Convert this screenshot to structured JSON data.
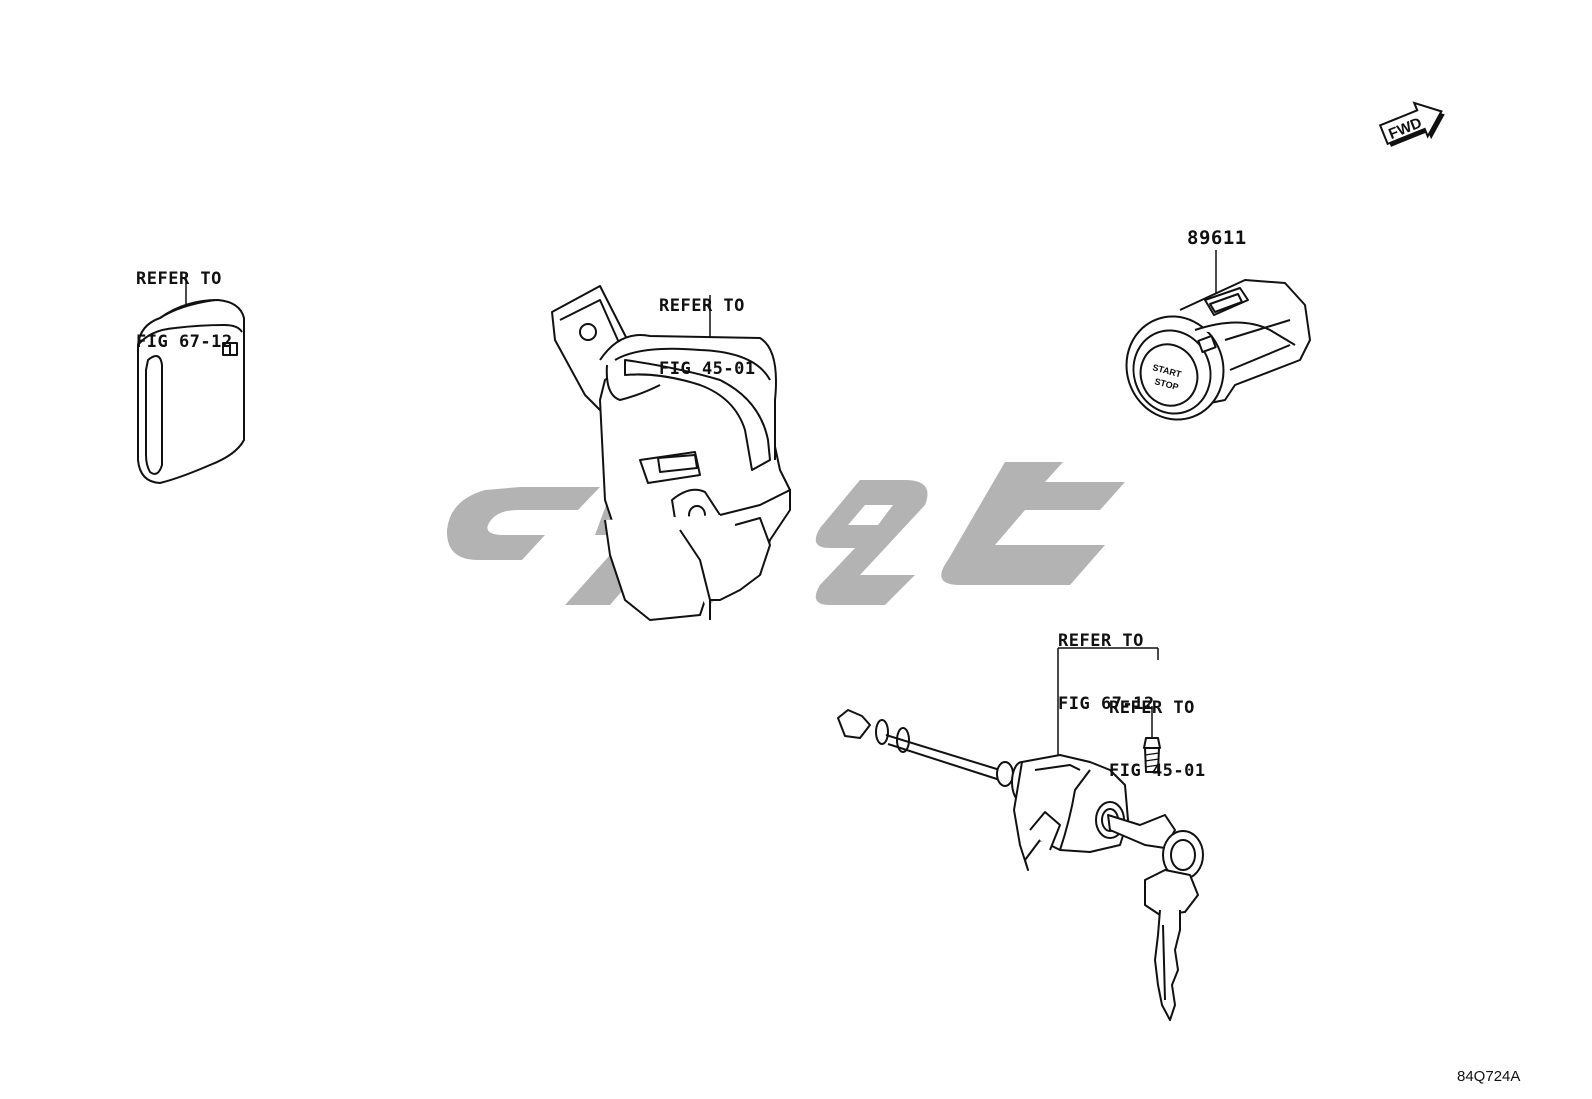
{
  "drawing": {
    "drawing_code": "84Q724A",
    "direction_indicator": "FWD"
  },
  "labels": {
    "smart_key_ref": {
      "line1": "REFER TO",
      "line2": "FIG 67-12"
    },
    "steering_lock_ref": {
      "line1": "REFER TO",
      "line2": "FIG 45-01"
    },
    "door_lock_ref_a": {
      "line1": "REFER TO",
      "line2": "FIG 67-12"
    },
    "door_lock_ref_b": {
      "line1": "REFER TO",
      "line2": "FIG 45-01"
    }
  },
  "parts": {
    "start_stop_switch": {
      "part_number": "89611",
      "face_line1": "START",
      "face_line2": "STOP"
    }
  },
  "watermark": {
    "color": "#b3b3b3"
  },
  "colors": {
    "line": "#111111",
    "background": "#ffffff"
  }
}
